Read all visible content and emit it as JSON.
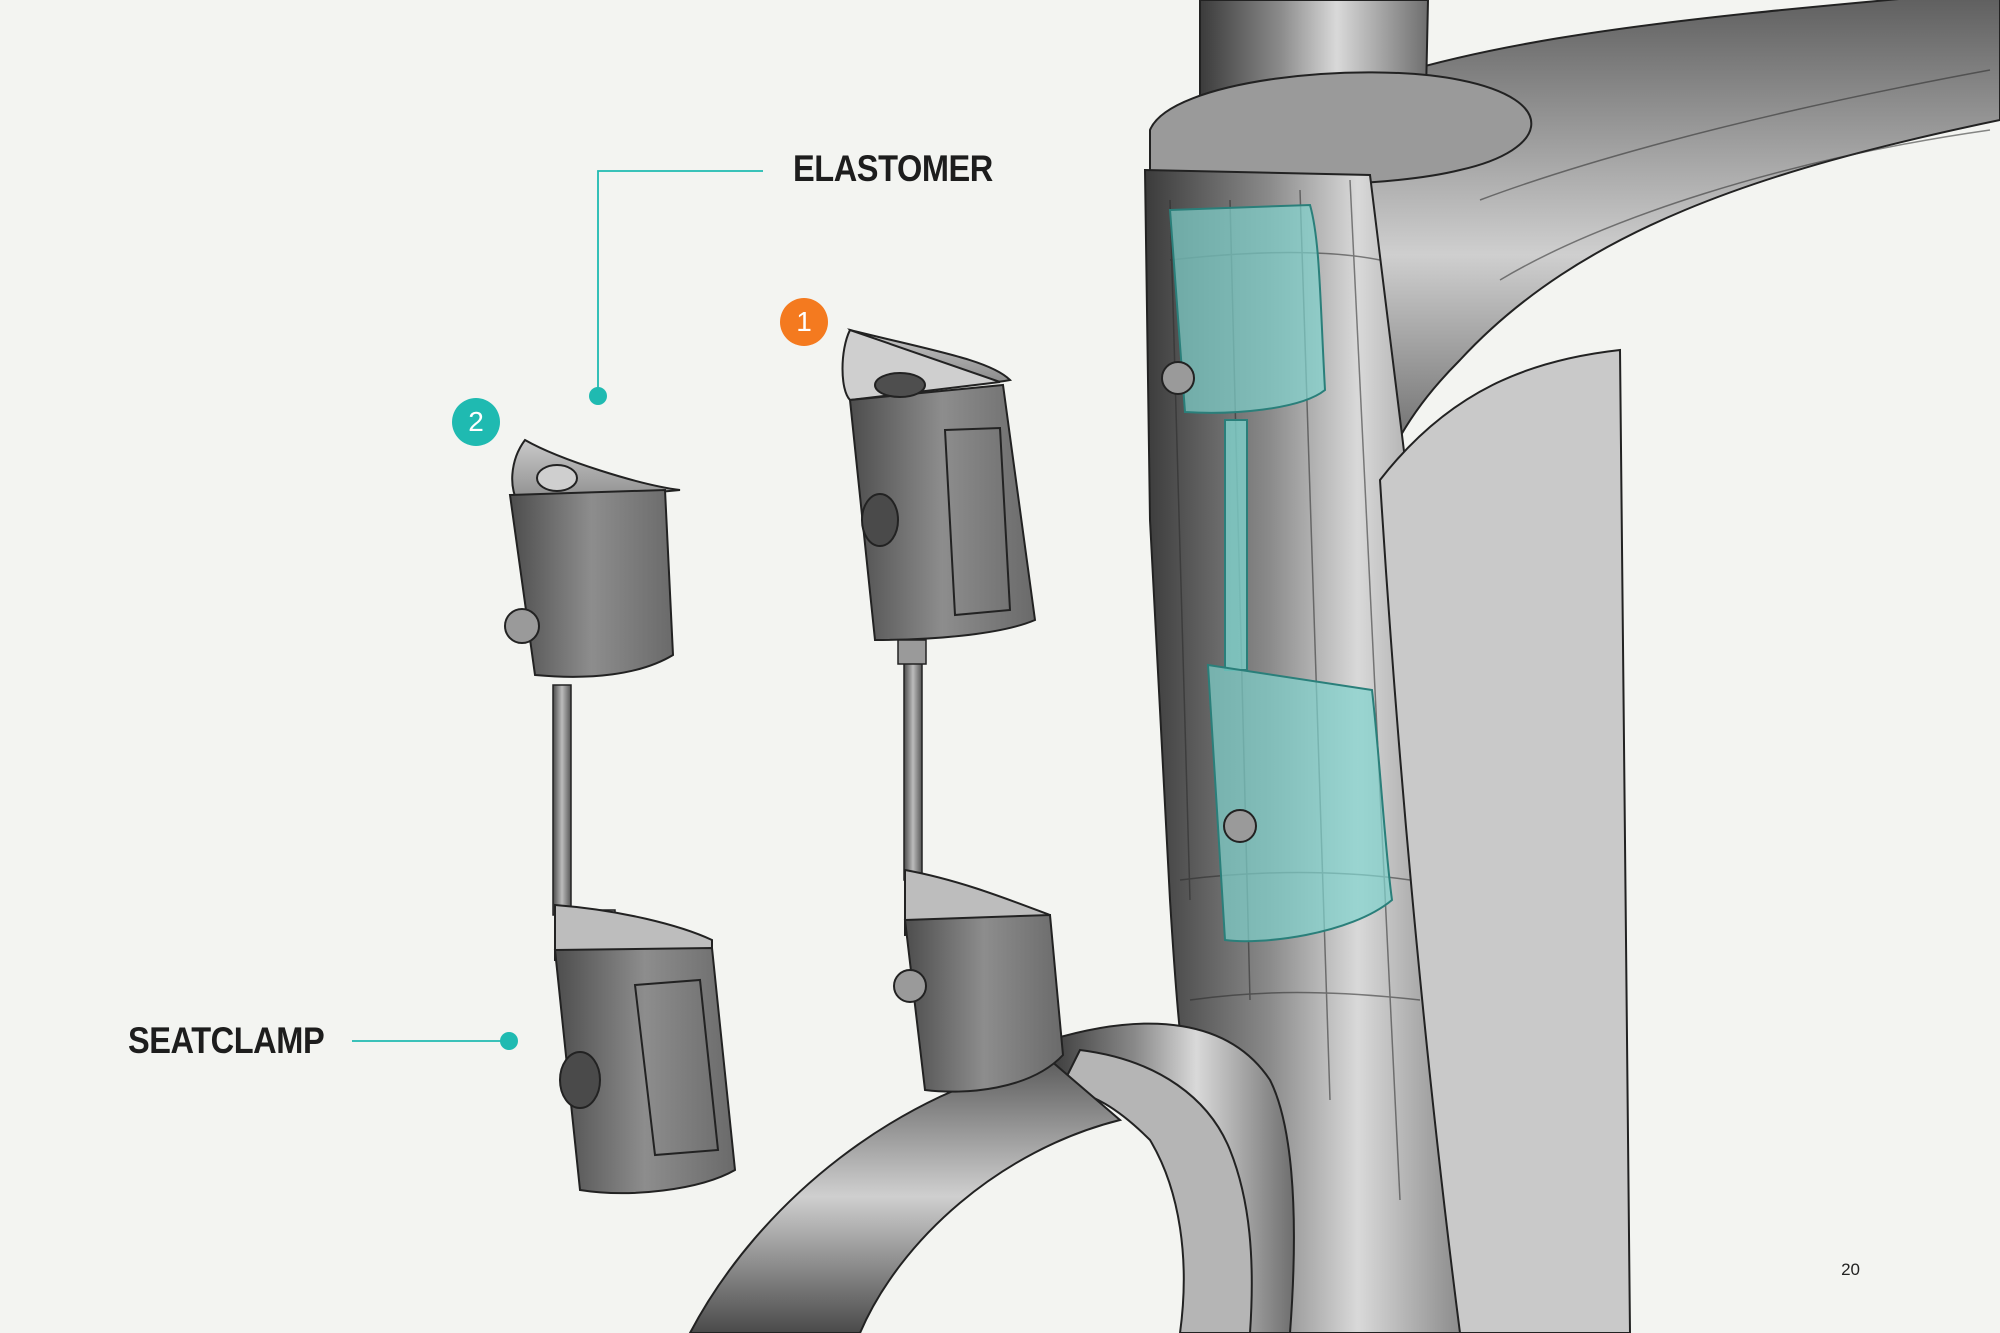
{
  "labels": {
    "elastomer": "ELASTOMER",
    "seatclamp": "SEATCLAMP"
  },
  "badges": [
    {
      "number": "1",
      "color": "#f47a1f"
    },
    {
      "number": "2",
      "color": "#1fbab1"
    }
  ],
  "page_number": "20",
  "colors": {
    "accent": "#1fbab1",
    "highlight": "#f47a1f",
    "background": "#f3f4f1",
    "frame": "#5a5a5a",
    "part": "#777777",
    "translucent_part": "#7fd3cd"
  }
}
